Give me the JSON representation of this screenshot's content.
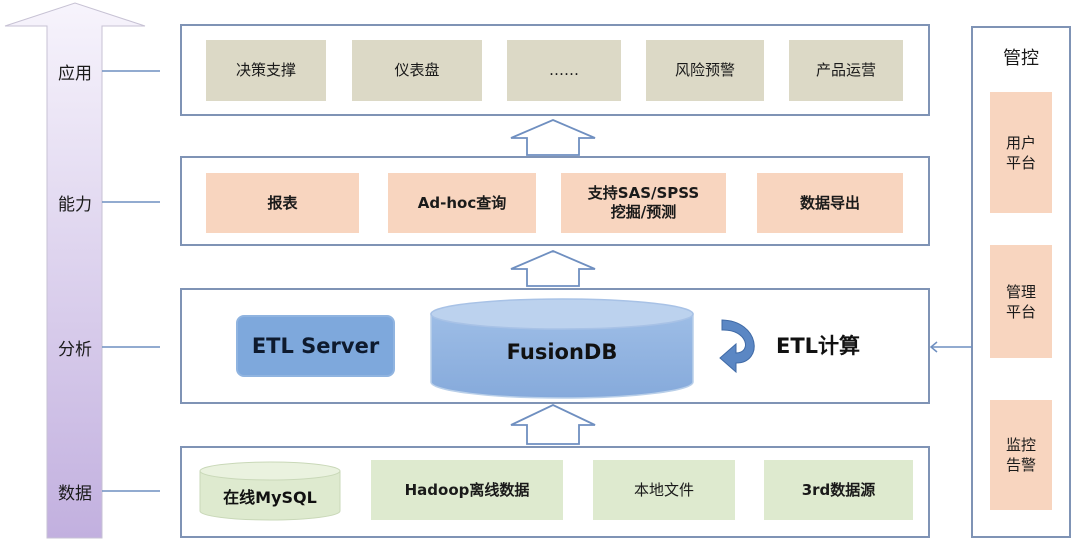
{
  "left_axis": {
    "labels": [
      "应用",
      "能力",
      "分析",
      "数据"
    ]
  },
  "application_layer": {
    "items": [
      "决策支撑",
      "仪表盘",
      "……",
      "风险预警",
      "产品运营"
    ]
  },
  "capability_layer": {
    "items": [
      "报表",
      "Ad-hoc查询",
      "支持SAS/SPSS\n挖掘/预测",
      "数据导出"
    ]
  },
  "analysis_layer": {
    "etl_server": "ETL Server",
    "database": "FusionDB",
    "etl_compute": "ETL计算"
  },
  "data_layer": {
    "online_db": "在线MySQL",
    "items": [
      "Hadoop离线数据",
      "本地文件",
      "3rd数据源"
    ]
  },
  "governance": {
    "title": "管控",
    "items": [
      "用户\n平台",
      "管理\n平台",
      "监控\n告警"
    ]
  },
  "colors": {
    "layer_border": "#7f93b5",
    "app_box": "#dcd9c6",
    "capability_box": "#f8d5bf",
    "data_box": "#deeacf",
    "etl_server": "#7ea8dc",
    "database": "#8fb1dd",
    "axis_arrow_top": "#f4f0fb",
    "axis_arrow_bottom": "#c4b2e0"
  }
}
